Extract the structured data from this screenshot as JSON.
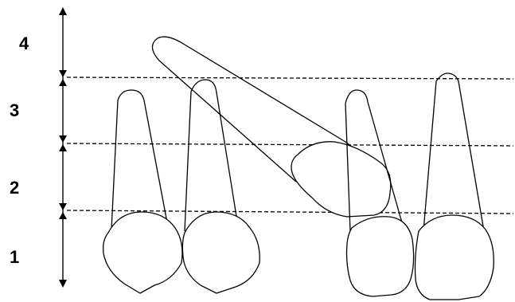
{
  "zone_labels": {
    "zone_1": "1",
    "zone_2": "2",
    "zone_3": "3",
    "zone_4": "4"
  },
  "colors": {
    "line": "#000000",
    "background": "#ffffff"
  }
}
